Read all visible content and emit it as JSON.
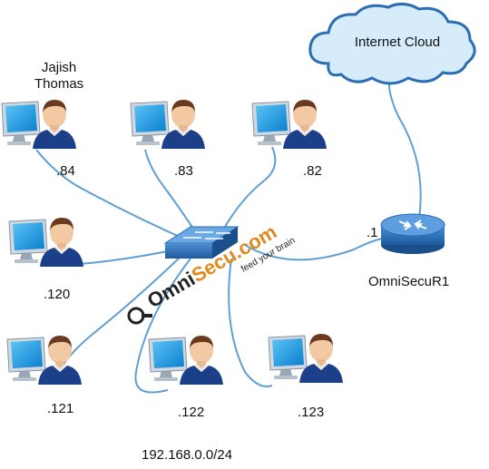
{
  "cloud": {
    "label": "Internet Cloud",
    "fill": "#d7ecfb",
    "stroke": "#2a6db3"
  },
  "router": {
    "label": "OmniSecuR1",
    "interface_ip": ".1",
    "color": "#2a6cb3"
  },
  "switch": {
    "color": "#2a6cb3"
  },
  "network": {
    "label": "192.168.0.0/24"
  },
  "user": {
    "first": "Jajish",
    "last": "Thomas"
  },
  "hosts": [
    {
      "ip": ".84"
    },
    {
      "ip": ".83"
    },
    {
      "ip": ".82"
    },
    {
      "ip": ".120"
    },
    {
      "ip": ".121"
    },
    {
      "ip": ".122"
    },
    {
      "ip": ".123"
    }
  ],
  "watermark": {
    "brand_left": "Omni",
    "brand_right": "Secu",
    "domain": ".com",
    "tagline": "feed your brain"
  },
  "colors": {
    "cable": "#5f9fd3",
    "monitor": "#1a8fd8",
    "shirt": "#1c3f8a",
    "skin": "#f3c9a4",
    "hair": "#6b3a1e"
  }
}
